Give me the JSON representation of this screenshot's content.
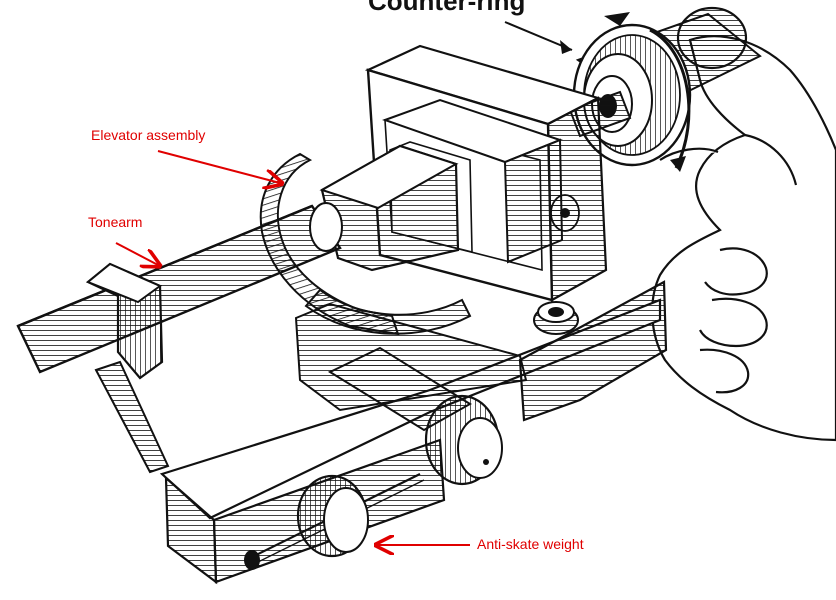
{
  "figure": {
    "title_partial": "Counter-ring",
    "labels": {
      "elevator": "Elevator assembly",
      "tonearm": "Tonearm",
      "anti_skate": "Anti-skate weight"
    },
    "colors": {
      "label": "#e00000",
      "ink": "#111111",
      "paper": "#ffffff"
    }
  }
}
